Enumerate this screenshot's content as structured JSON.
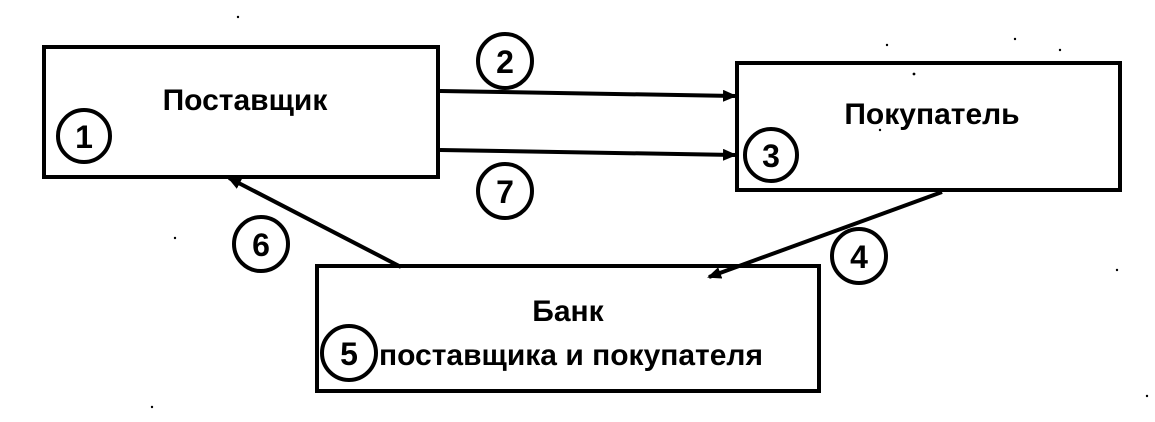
{
  "nodes": {
    "supplier": {
      "label": "Поставщик",
      "number": "1"
    },
    "buyer": {
      "label": "Покупатель",
      "number": "3"
    },
    "bank": {
      "label_line1": "Банк",
      "label_line2": "поставщика и покупателя",
      "number": "5"
    }
  },
  "flows": [
    {
      "id": "2",
      "from": "supplier",
      "to": "buyer"
    },
    {
      "id": "7",
      "from": "supplier",
      "to": "buyer"
    },
    {
      "id": "4",
      "from": "buyer",
      "to": "bank"
    },
    {
      "id": "6",
      "from": "bank",
      "to": "supplier"
    }
  ],
  "colors": {
    "stroke": "#000000",
    "background": "#ffffff"
  }
}
